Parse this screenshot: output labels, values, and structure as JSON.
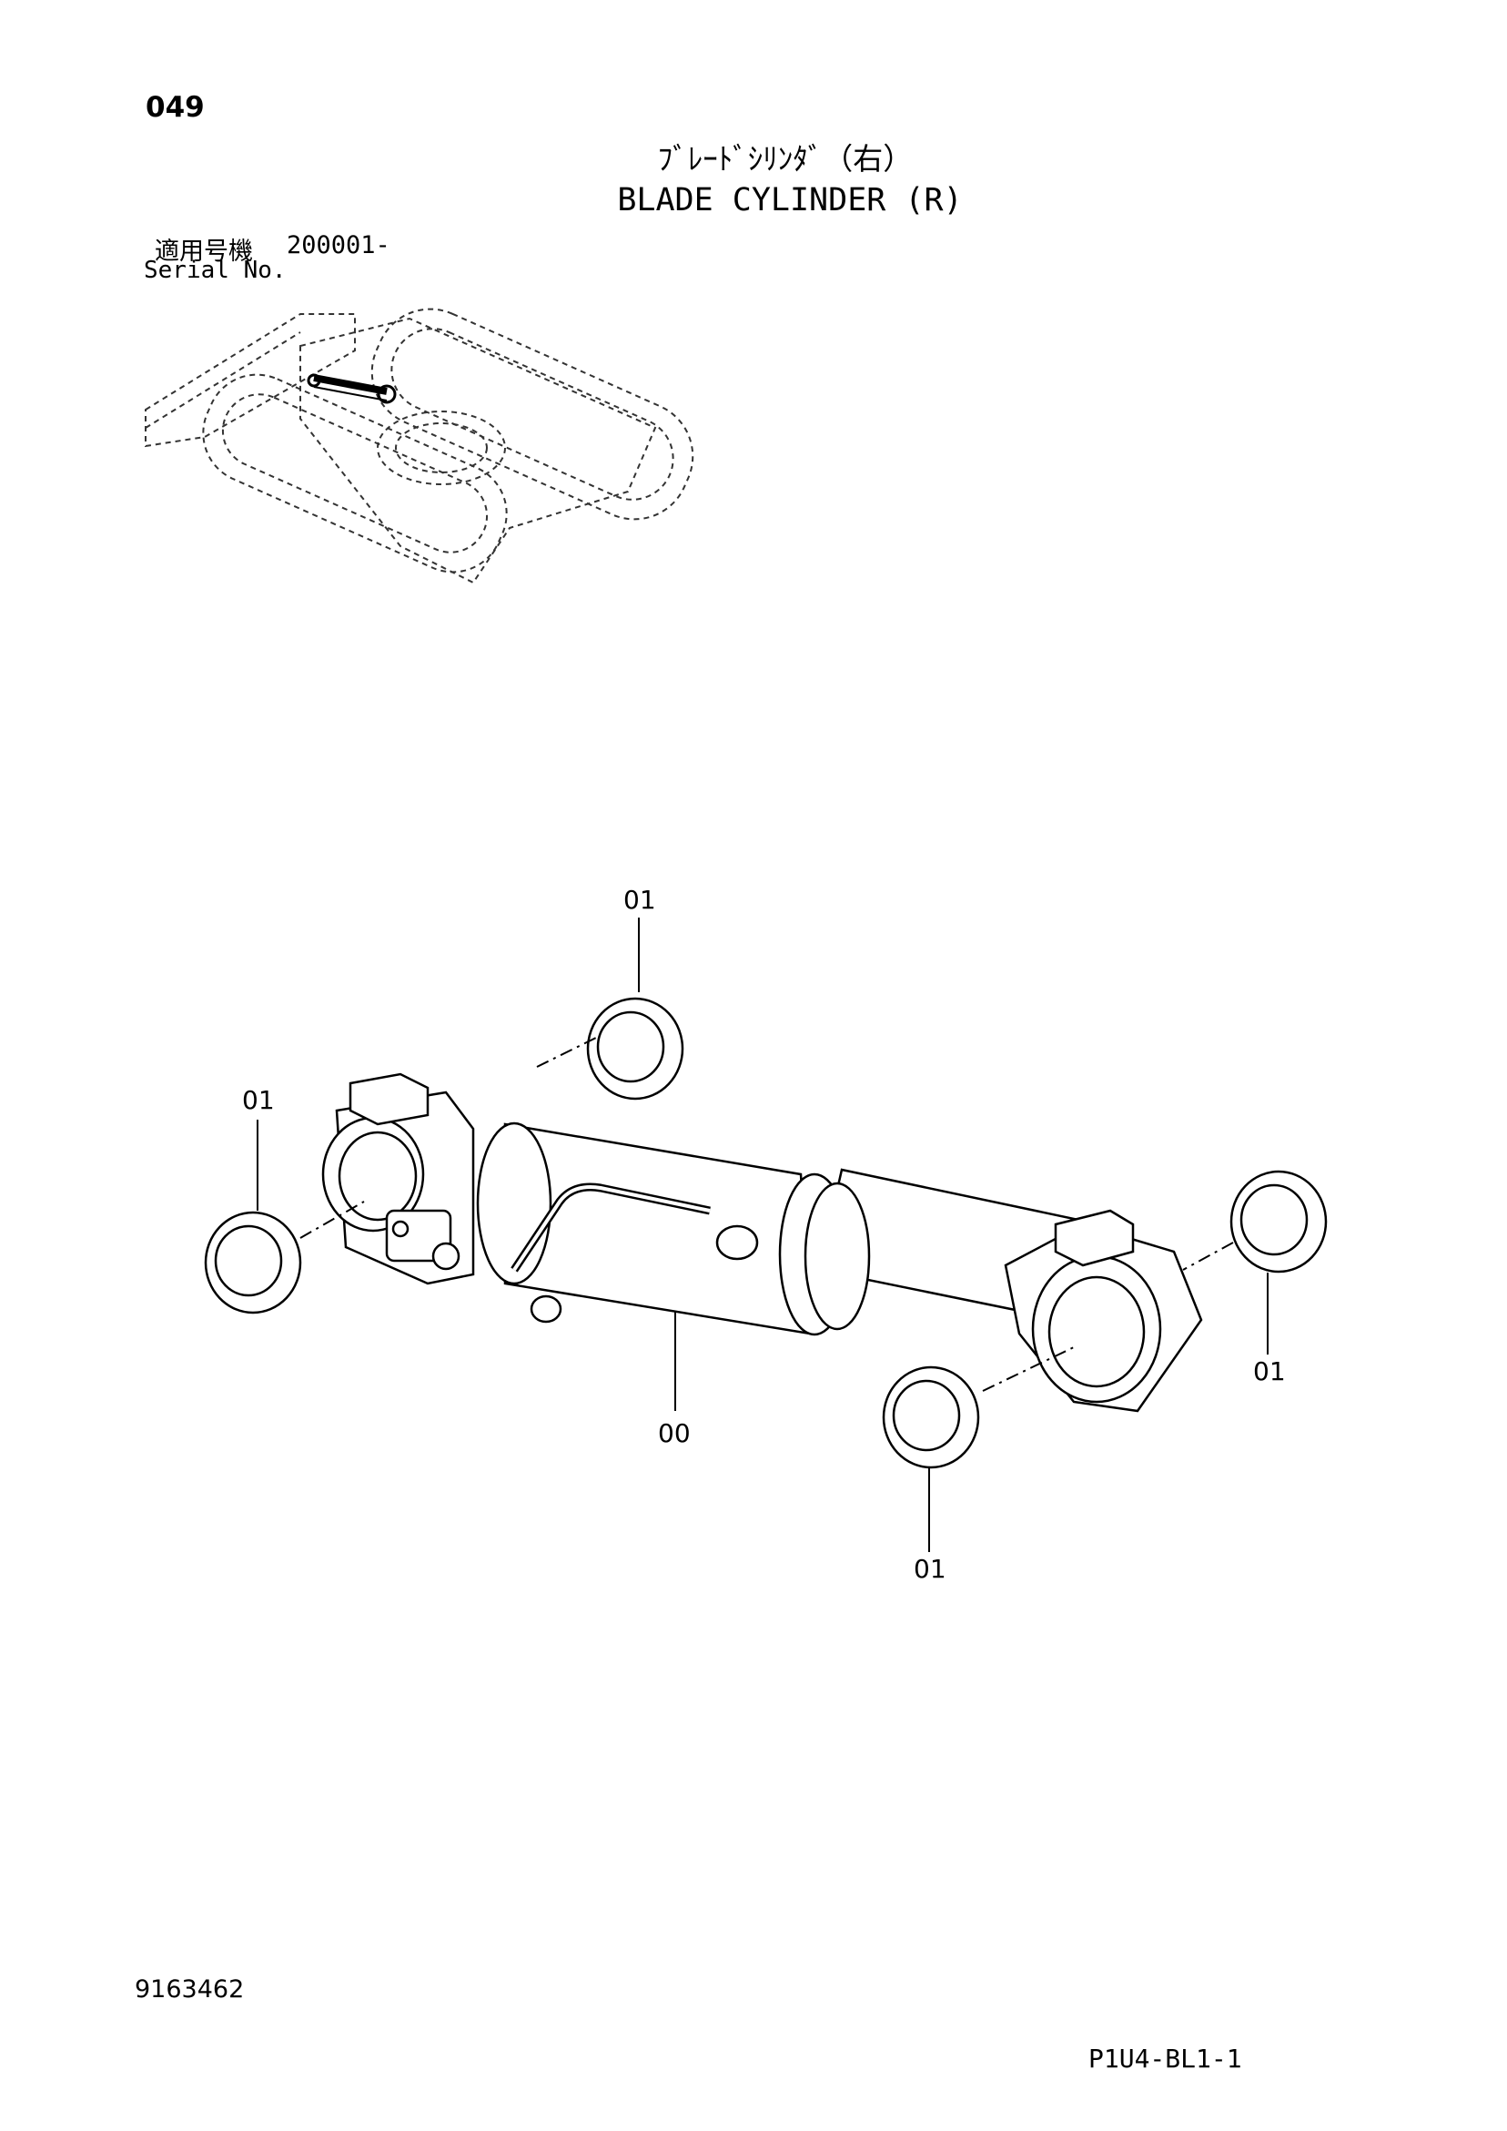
{
  "header": {
    "page_number": "049",
    "title_jp": "ﾌﾞﾚｰﾄﾞｼﾘﾝﾀﾞ（右）",
    "title_en": "BLADE CYLINDER (R)"
  },
  "serial": {
    "label_jp": "適用号機",
    "range": "200001-",
    "label_en": "Serial No."
  },
  "callouts": [
    {
      "label": "01"
    },
    {
      "label": "01"
    },
    {
      "label": "00"
    },
    {
      "label": "01"
    },
    {
      "label": "01"
    }
  ],
  "footer": {
    "doc_id": "9163462",
    "page_code": "P1U4-BL1-1"
  }
}
